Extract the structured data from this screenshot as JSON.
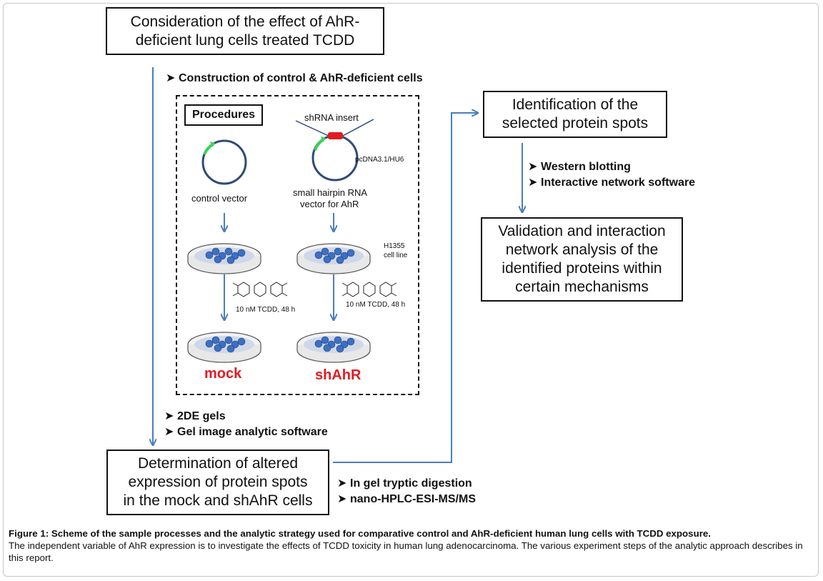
{
  "boxes": {
    "top": {
      "line1": "Consideration of the effect of AhR-",
      "line2": "deficient lung cells treated TCDD"
    },
    "identification": {
      "line1": "Identification of the",
      "line2": "selected protein spots"
    },
    "validation": {
      "line1": "Validation and interaction",
      "line2": "network analysis of the",
      "line3": "identified proteins within",
      "line4": "certain mechanisms"
    },
    "determination": {
      "line1": "Determination of  altered",
      "line2": "expression of protein spots",
      "line3": "in the mock and shAhR cells"
    }
  },
  "bullets": {
    "construction": "Construction of control & AhR-deficient cells",
    "western": "Western blotting",
    "interactive": "Interactive network software",
    "gels": "2DE gels",
    "gel_software": "Gel image analytic  software",
    "in_gel": "In gel tryptic digestion",
    "nano": "nano-HPLC-ESI-MS/MS"
  },
  "procedures": {
    "title": "Procedures",
    "shrna_insert": "shRNA insert",
    "plasmid": "pcDNA3.1/HU6",
    "control_vector": "control vector",
    "hairpin_line1": "small hairpin RNA",
    "hairpin_line2": "vector for AhR",
    "cell_line_line1": "H1355",
    "cell_line_line2": "cell line",
    "treatment_left": "10 nM TCDD, 48 h",
    "treatment_right": "10 nM TCDD, 48 h",
    "mock": "mock",
    "shahr": "shAhR"
  },
  "caption": {
    "bold": "Figure 1: Scheme of the sample processes and the analytic strategy used for comparative control and AhR-deficient human lung cells with TCDD exposure.",
    "normal": "The independent variable of AhR expression is to investigate the effects of TCDD toxicity in human lung adenocarcinoma. The various experiment steps of the analytic approach describes in this report."
  },
  "colors": {
    "arrow": "#4a7ebb",
    "accent_red": "#e11b22",
    "plasmid_green": "#39d353",
    "dish_blue": "#3d6fc4"
  },
  "icons": {
    "bullet": "arrowhead-bullet-icon"
  }
}
